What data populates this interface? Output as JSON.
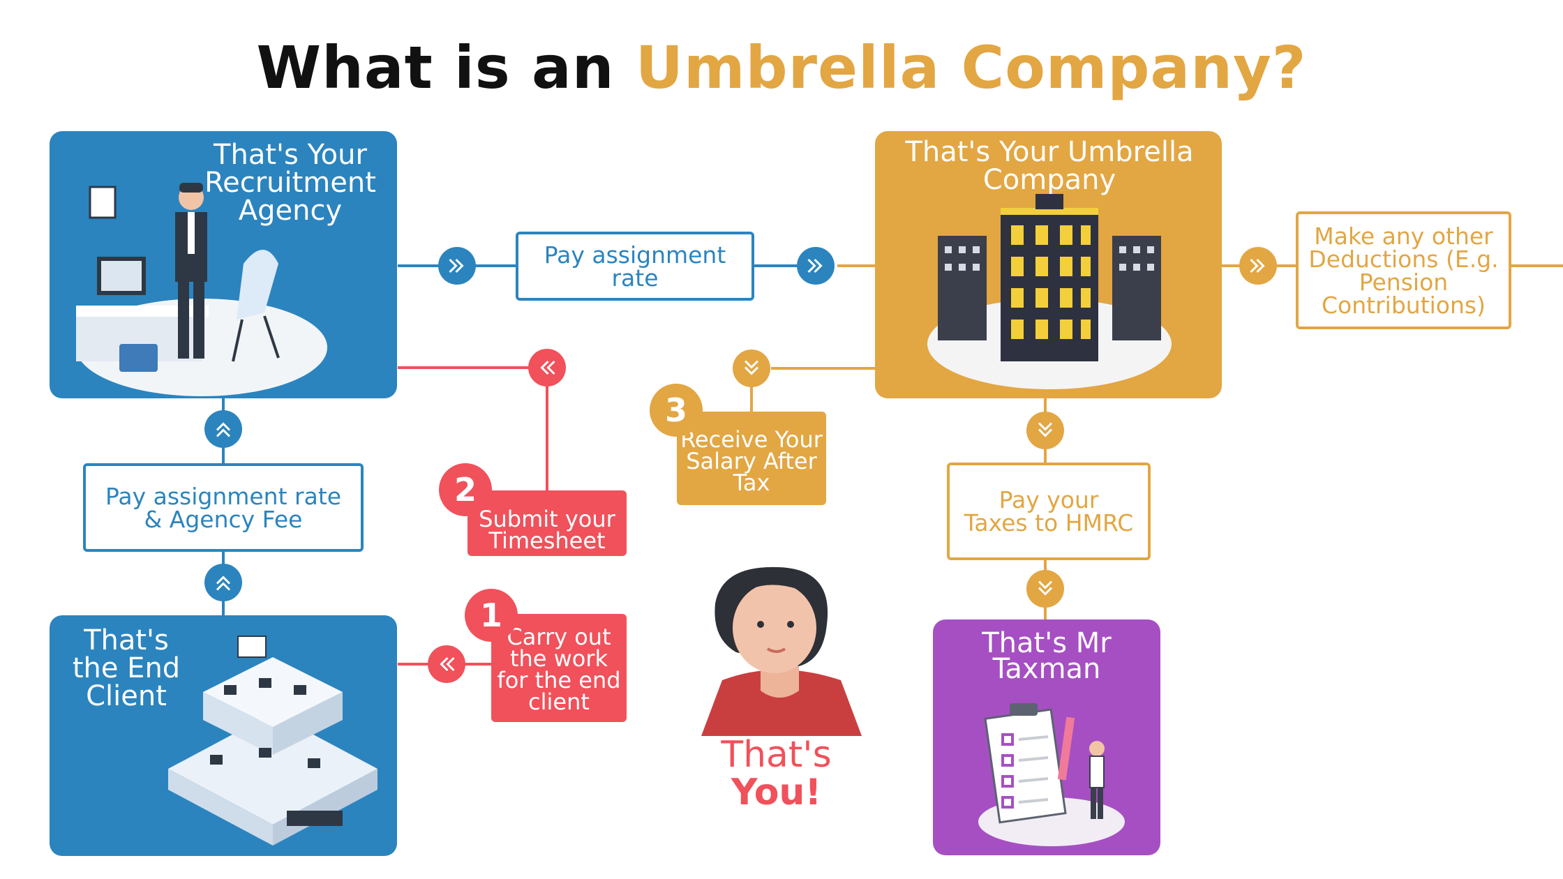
{
  "title": {
    "prefix": "What is an",
    "accent": "Umbrella Company?"
  },
  "colors": {
    "blue": "#2B84BE",
    "gold": "#E2A643",
    "red": "#F0515B",
    "purple": "#A64FC3"
  },
  "panels": {
    "agency": "That's Your Recruitment Agency",
    "umbrella": "That's Your Umbrella Company",
    "client": "That's the End Client",
    "taxman": "That's Mr Taxman",
    "you_line1": "That's",
    "you_line2": "You!"
  },
  "boxes": {
    "pay_assignment_rate": "Pay assignment rate",
    "pay_rate_agency_fee": "Pay assignment rate & Agency Fee",
    "other_deductions": "Make any other Deductions (E.g. Pension Contributions)",
    "pay_taxes": "Pay your Taxes to HMRC"
  },
  "steps": [
    {
      "number": "1",
      "text": "Carry out the work for the end client"
    },
    {
      "number": "2",
      "text": "Submit your Timesheet"
    },
    {
      "number": "3",
      "text": "Receive Your Salary After Tax"
    }
  ],
  "icons": {
    "connector": "double-chevron-icon",
    "agency_illustration": "office-worker-illustration",
    "umbrella_illustration": "city-building-illustration",
    "client_illustration": "open-office-illustration",
    "taxman_illustration": "tax-clipboard-illustration",
    "you_illustration": "woman-avatar-illustration"
  }
}
